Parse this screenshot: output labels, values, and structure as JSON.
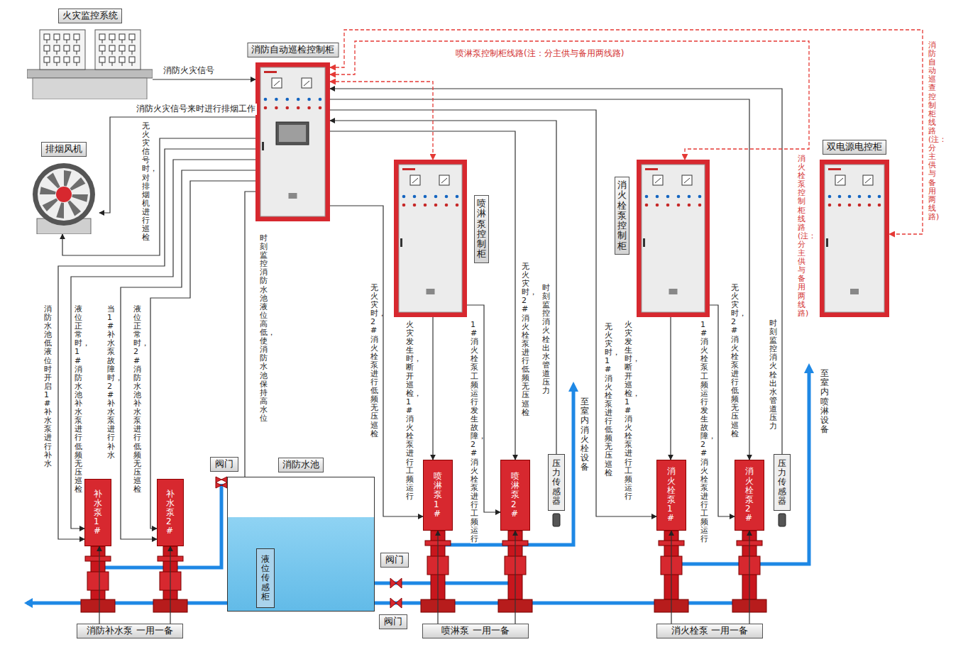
{
  "diagram": {
    "nodes": [
      {
        "text": [
          "火灾监控系统"
        ]
      },
      {
        "text": [
          "消防自动巡检控制柜"
        ]
      },
      {
        "text": [
          "排烟风机"
        ]
      },
      {
        "text": [
          "喷淋泵控制柜"
        ]
      },
      {
        "text": [
          "消火栓泵控制柜"
        ]
      },
      {
        "text": [
          "双电源电控柜"
        ]
      },
      {
        "text": [
          "补水泵1#"
        ]
      },
      {
        "text": [
          "补水泵2#"
        ]
      },
      {
        "text": [
          "消防水池"
        ]
      },
      {
        "text": [
          "液位传感柜"
        ],
        "in": 8
      },
      {
        "text": [
          "喷淋泵1#"
        ]
      },
      {
        "text": [
          "喷淋泵2#"
        ]
      },
      {
        "text": [
          "压力传感器"
        ]
      },
      {
        "text": [
          "消火栓泵1#"
        ]
      },
      {
        "text": [
          "消火栓泵2#"
        ]
      },
      {
        "text": [
          "压力传感器"
        ]
      },
      {
        "text": [
          "消防补水泵 一用一备"
        ]
      },
      {
        "text": [
          "喷淋泵 一用一备"
        ]
      },
      {
        "text": [
          "消火栓泵 一用一备"
        ]
      },
      {
        "text": [
          "阀门"
        ]
      },
      {
        "text": [
          "阀门"
        ]
      },
      {
        "text": [
          "阀门"
        ]
      }
    ],
    "edges": [
      {
        "from": 0,
        "to": 1,
        "arrow": "to",
        "label": "消防火灾信号"
      },
      {
        "from": 1,
        "to": 2,
        "arrow": "to",
        "label": "消防火灾信号来时进行排烟工作"
      },
      {
        "from": 1,
        "to": 2,
        "arrow": "to",
        "label": "无火灾信号时，对排烟机进行巡检"
      },
      {
        "from": 1,
        "to": 6,
        "arrow": "to",
        "label": "消防水池低液位时开启1#补水泵进行补水"
      },
      {
        "from": 1,
        "to": 6,
        "arrow": "to",
        "label": "液位正常时，1#消防水池补水泵进行低频无压巡检"
      },
      {
        "from": 1,
        "to": 7,
        "arrow": "to",
        "label": "当1#补水泵故障时，2#补水泵进行补水"
      },
      {
        "from": 1,
        "to": 7,
        "arrow": "to",
        "label": "液位正常时，2#消防水池补水泵进行低频无压巡检"
      },
      {
        "from": 1,
        "to": 9,
        "arrow": "to",
        "label": "时刻监控消防水池液位高低，使消防水池保持高水位"
      },
      {
        "from": 1,
        "to": 10,
        "arrow": "to",
        "label": "无火灾时，2#消火栓泵进行低频无压巡检"
      },
      {
        "from": 3,
        "to": 10,
        "arrow": "to",
        "label": "火灾发生时，断开巡检，1#消火栓泵进行工频运行"
      },
      {
        "from": 3,
        "to": 11,
        "arrow": "to",
        "label": "1#消火栓泵工频运行发生故障，2#消火栓泵进行工频运行"
      },
      {
        "from": 1,
        "to": 11,
        "arrow": "to",
        "label": "无火灾时，2#消火栓泵进行低频无压巡检"
      },
      {
        "from": 12,
        "to": 1,
        "arrow": "to",
        "label": "时刻监控消火栓出水管道压力"
      },
      {
        "from": 1,
        "to": 13,
        "arrow": "to",
        "label": "无火灾时，1#消火栓泵进行低频无压巡检"
      },
      {
        "from": 4,
        "to": 13,
        "arrow": "to",
        "label": "火灾发生时，断开巡检，1#消火栓泵进行工频运行"
      },
      {
        "from": 4,
        "to": 14,
        "arrow": "to",
        "label": "1#消火栓泵工频运行发生故障，2#消火栓泵进行工频运行"
      },
      {
        "from": 1,
        "to": 14,
        "arrow": "to",
        "label": "无火灾时，2#消火栓泵进行低频无压巡检"
      },
      {
        "from": 15,
        "to": 1,
        "arrow": "to",
        "label": "时刻监控消火栓出水管道压力"
      },
      {
        "from": 1,
        "to": 3,
        "arrow": "both",
        "label": "喷淋泵控制柜线路(注：分主供与备用两线路)"
      },
      {
        "from": 1,
        "to": 4,
        "arrow": "both",
        "label": "消火栓泵控制柜线路(注：分主供与备用两线路)"
      },
      {
        "from": 1,
        "to": 5,
        "arrow": "both",
        "label": "消防自动巡查控制柜线路(注：分主供与备用两线路)"
      },
      {
        "from": 16,
        "to": 6,
        "arrow": "to"
      },
      {
        "from": 16,
        "to": 7,
        "arrow": "to"
      },
      {
        "from": 17,
        "to": 10,
        "arrow": "to"
      },
      {
        "from": 17,
        "to": 11,
        "arrow": "to"
      },
      {
        "from": 18,
        "to": 13,
        "arrow": "to"
      },
      {
        "from": 18,
        "to": 14,
        "arrow": "to"
      }
    ],
    "labels": [
      "至室内消火栓设备",
      "至室内喷淋设备"
    ]
  }
}
